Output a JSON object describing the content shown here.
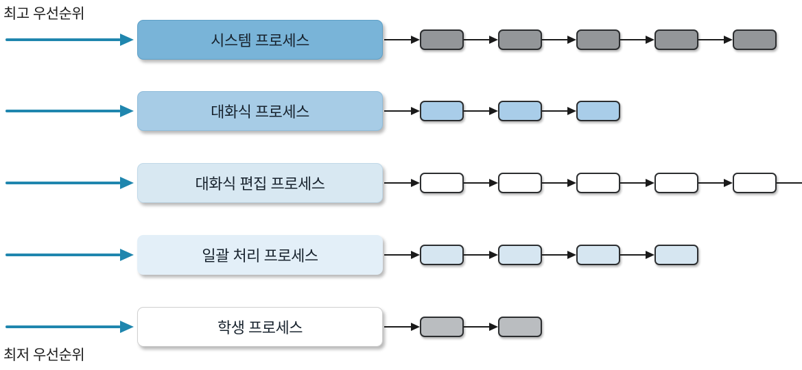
{
  "labels": {
    "top_priority": "최고 우선순위",
    "bottom_priority": "최저 우선순위"
  },
  "colors": {
    "entry_arrow_blue": "#1f86ae",
    "link_arrow_black": "#1a1a1a",
    "item_border": "#2b2d2f",
    "label_text": "#17222d"
  },
  "queues": [
    {
      "name": "시스템 프로세스",
      "box_fill": "#79b4d8",
      "box_border": "#5d9fc6",
      "item_count": 5,
      "item_fill": "#939699",
      "continues": false
    },
    {
      "name": "대화식 프로세스",
      "box_fill": "#a7cce6",
      "box_border": "#8fbcda",
      "item_count": 3,
      "item_fill": "#a9cde9",
      "continues": false
    },
    {
      "name": "대화식 편집 프로세스",
      "box_fill": "#d8e8f2",
      "box_border": "#bfd8e8",
      "item_count": 5,
      "item_fill": "#ffffff",
      "continues": true
    },
    {
      "name": "일괄 처리 프로세스",
      "box_fill": "#e3eff8",
      "box_border": "#cdе0ec",
      "item_count": 4,
      "item_fill": "#d6e6f1",
      "continues": false
    },
    {
      "name": "학생 프로세스",
      "box_fill": "#ffffff",
      "box_border": "#cfcfcf",
      "item_count": 2,
      "item_fill": "#babdc0",
      "continues": false
    }
  ]
}
